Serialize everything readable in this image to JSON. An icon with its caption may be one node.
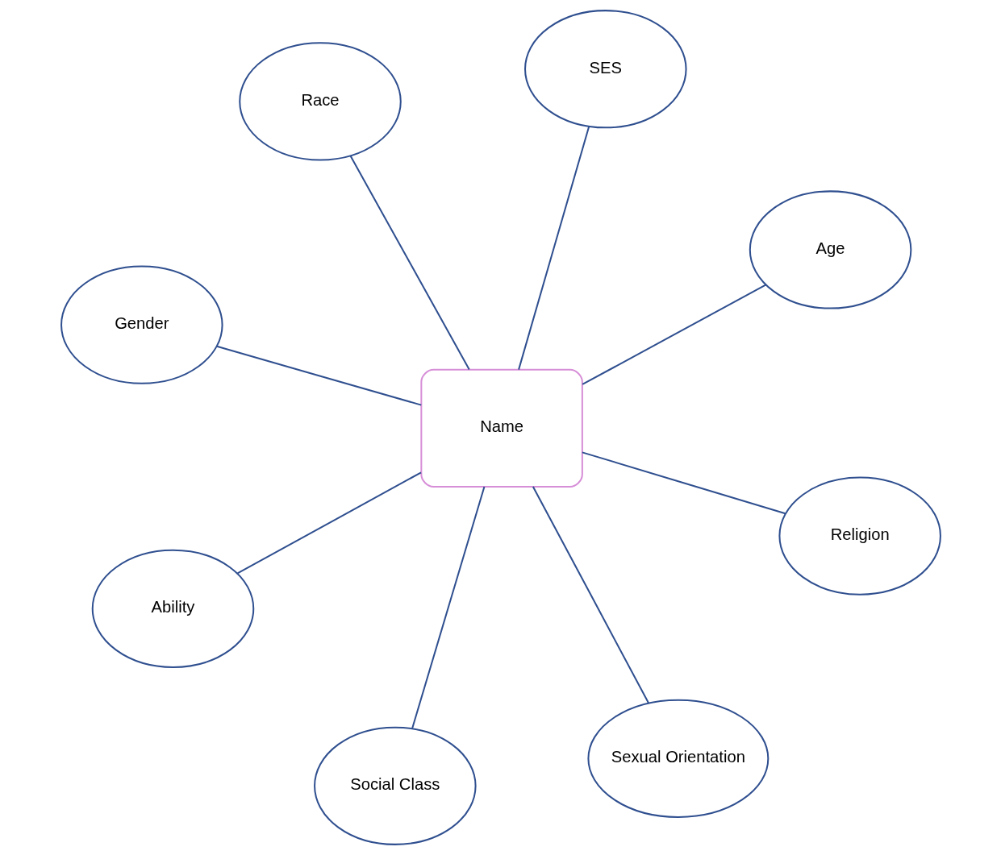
{
  "diagram": {
    "nodes": [
      {
        "text": [
          "Gender"
        ]
      },
      {
        "text": [
          "Age"
        ]
      },
      {
        "text": [
          "Sexual Orientation"
        ]
      },
      {
        "text": [
          "SES"
        ]
      },
      {
        "text": [
          "Name"
        ]
      },
      {
        "text": [
          "Race"
        ]
      },
      {
        "text": [
          "Ability"
        ]
      },
      {
        "text": [
          "Religion"
        ]
      },
      {
        "text": [
          "Social Class"
        ]
      }
    ],
    "edges": [
      {
        "from": 0,
        "to": 4,
        "arrow": "none"
      },
      {
        "from": 1,
        "to": 4,
        "arrow": "none"
      },
      {
        "from": 2,
        "to": 4,
        "arrow": "none"
      },
      {
        "from": 3,
        "to": 4,
        "arrow": "none"
      },
      {
        "from": 5,
        "to": 4,
        "arrow": "none"
      },
      {
        "from": 6,
        "to": 4,
        "arrow": "none"
      },
      {
        "from": 7,
        "to": 4,
        "arrow": "none"
      },
      {
        "from": 8,
        "to": 4,
        "arrow": "none"
      }
    ]
  }
}
